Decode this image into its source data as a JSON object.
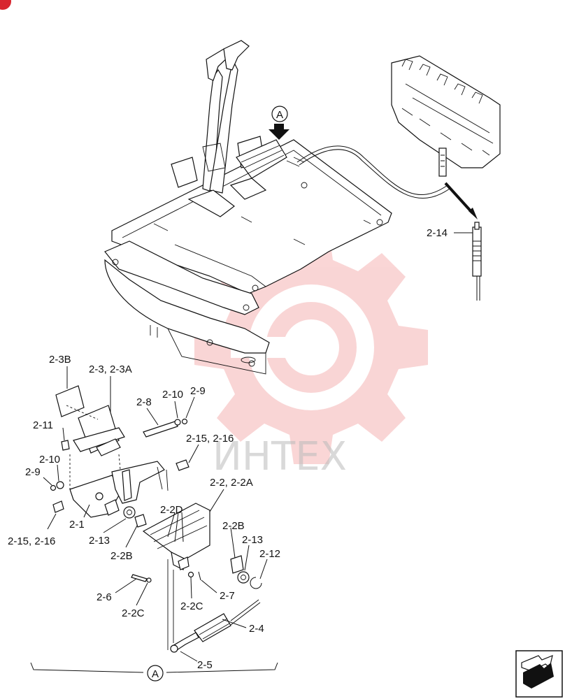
{
  "diagram": {
    "callout_letter": "A",
    "bracket_label": "A",
    "watermark_text": "ИНТЕХ",
    "watermark_color": "#f08a8a",
    "labels": {
      "l_2_14": "2-14",
      "l_2_3b": "2-3B",
      "l_2_3": "2-3, 2-3A",
      "l_2_8": "2-8",
      "l_2_10_top": "2-10",
      "l_2_9_top": "2-9",
      "l_2_11": "2-11",
      "l_2_15_top": "2-15, 2-16",
      "l_2_10_left": "2-10",
      "l_2_9_left": "2-9",
      "l_2_2": "2-2, 2-2A",
      "l_2_1": "2-1",
      "l_2_2d": "2-2D",
      "l_2_15_bot": "2-15, 2-16",
      "l_2_13_left": "2-13",
      "l_2_2b_right": "2-2B",
      "l_2_13_right": "2-13",
      "l_2_2b_left": "2-2B",
      "l_2_12": "2-12",
      "l_2_6": "2-6",
      "l_2_7": "2-7",
      "l_2_2c_left": "2-2C",
      "l_2_2c_mid": "2-2C",
      "l_2_4": "2-4",
      "l_2_5": "2-5"
    }
  }
}
